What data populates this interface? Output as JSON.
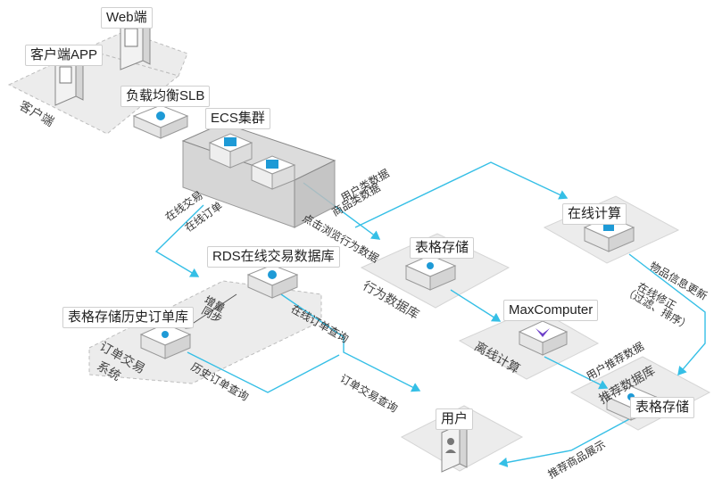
{
  "nodes": {
    "web": "Web端",
    "client_app": "客户端APP",
    "slb": "负载均衡SLB",
    "ecs": "ECS集群",
    "rds": "RDS在线交易数据库",
    "history_store": "表格存储历史订单库",
    "behavior_store": "表格存储",
    "online_compute": "在线计算",
    "maxcompute": "MaxComputer",
    "recommend_store": "表格存储",
    "user": "用户"
  },
  "zones": {
    "client": "客户端",
    "order_system_1": "订单交易",
    "order_system_2": "系统",
    "behavior_db": "行为数据库",
    "offline_compute": "离线计算",
    "recommend_db": "推荐数据库"
  },
  "edges": {
    "online_trade": "在线交易",
    "online_order": "在线订单",
    "user_data": "用户类数据",
    "product_data": "商品类数据",
    "click_behavior": "点击浏览行为数据",
    "sync_1": "增量",
    "sync_2": "同步",
    "online_order_query": "在线订单查询",
    "history_order_query": "历史订单查询",
    "order_trade_query": "订单交易查询",
    "item_update": "物品信息更新",
    "online_fix": "在线修正",
    "filter_sort": "（过滤、排序）",
    "user_recommend_data": "用户推荐数据",
    "recommend_display": "推荐商品展示"
  },
  "colors": {
    "line": "#35bfe6",
    "icon": "#1e9ad6",
    "zone": "#ececec",
    "zone_border": "#bdbdbd"
  }
}
